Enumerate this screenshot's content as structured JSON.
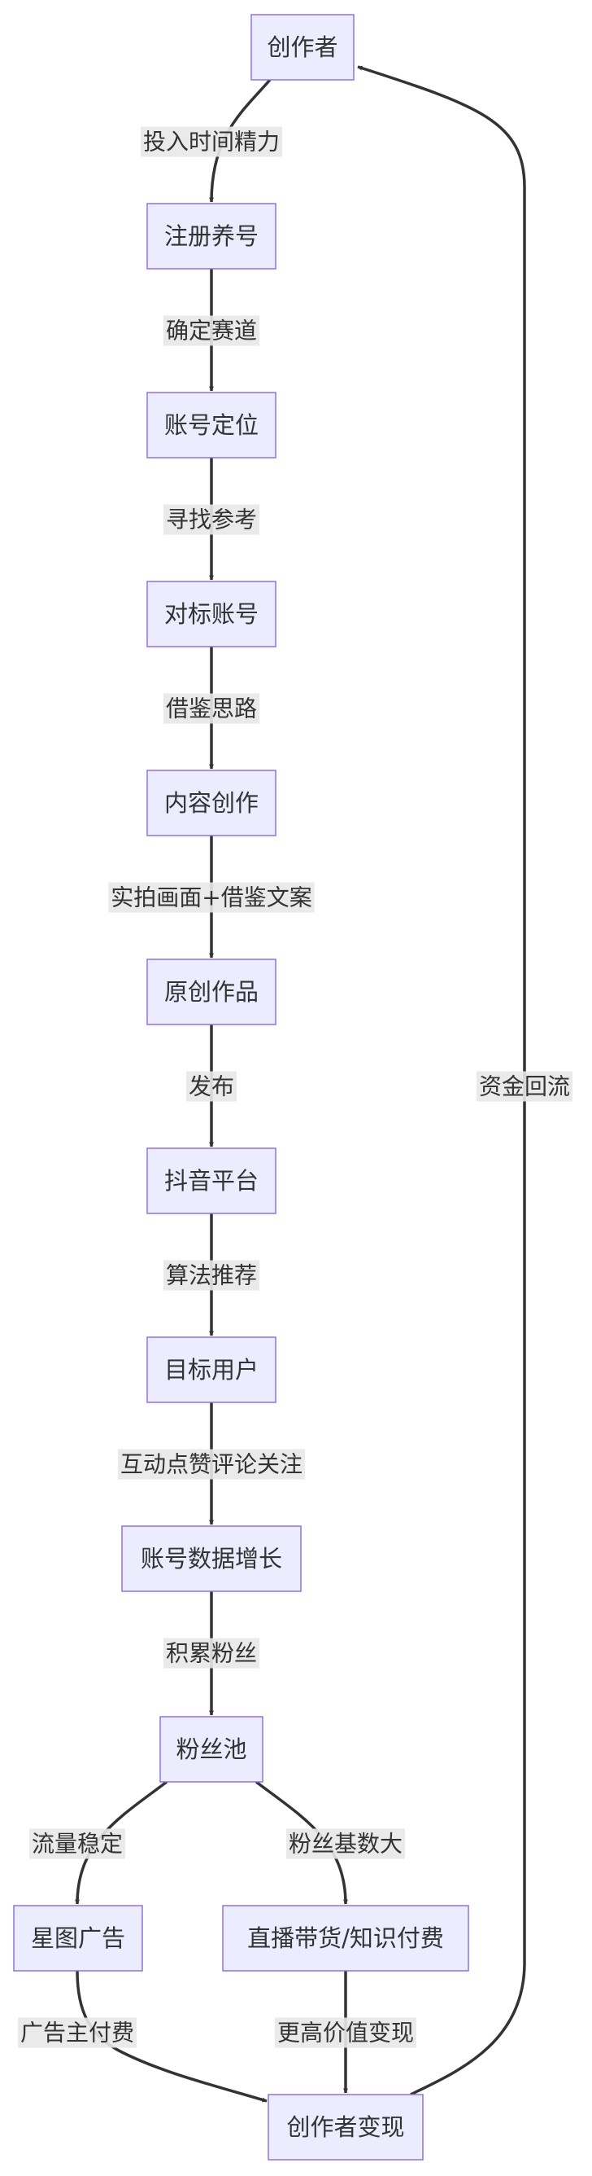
{
  "nodes": [
    {
      "id": "creator",
      "label": "创作者"
    },
    {
      "id": "register",
      "label": "注册养号"
    },
    {
      "id": "positioning",
      "label": "账号定位"
    },
    {
      "id": "benchmark",
      "label": "对标账号"
    },
    {
      "id": "content",
      "label": "内容创作"
    },
    {
      "id": "original",
      "label": "原创作品"
    },
    {
      "id": "douyin",
      "label": "抖音平台"
    },
    {
      "id": "target_users",
      "label": "目标用户"
    },
    {
      "id": "growth",
      "label": "账号数据增长"
    },
    {
      "id": "fan_pool",
      "label": "粉丝池"
    },
    {
      "id": "xingtu",
      "label": "星图广告"
    },
    {
      "id": "livestream",
      "label": "直播带货/知识付费"
    },
    {
      "id": "monetize",
      "label": "创作者变现"
    }
  ],
  "edges": [
    {
      "from": "creator",
      "to": "register",
      "label": "投入时间精力"
    },
    {
      "from": "register",
      "to": "positioning",
      "label": "确定赛道"
    },
    {
      "from": "positioning",
      "to": "benchmark",
      "label": "寻找参考"
    },
    {
      "from": "benchmark",
      "to": "content",
      "label": "借鉴思路"
    },
    {
      "from": "content",
      "to": "original",
      "label": "实拍画面+借鉴文案"
    },
    {
      "from": "original",
      "to": "douyin",
      "label": "发布"
    },
    {
      "from": "douyin",
      "to": "target_users",
      "label": "算法推荐"
    },
    {
      "from": "target_users",
      "to": "growth",
      "label": "互动点赞评论关注"
    },
    {
      "from": "growth",
      "to": "fan_pool",
      "label": "积累粉丝"
    },
    {
      "from": "fan_pool",
      "to": "xingtu",
      "label": "流量稳定"
    },
    {
      "from": "fan_pool",
      "to": "livestream",
      "label": "粉丝基数大"
    },
    {
      "from": "xingtu",
      "to": "monetize",
      "label": "广告主付费"
    },
    {
      "from": "livestream",
      "to": "monetize",
      "label": "更高价值变现"
    },
    {
      "from": "monetize",
      "to": "creator",
      "label": "资金回流"
    }
  ]
}
